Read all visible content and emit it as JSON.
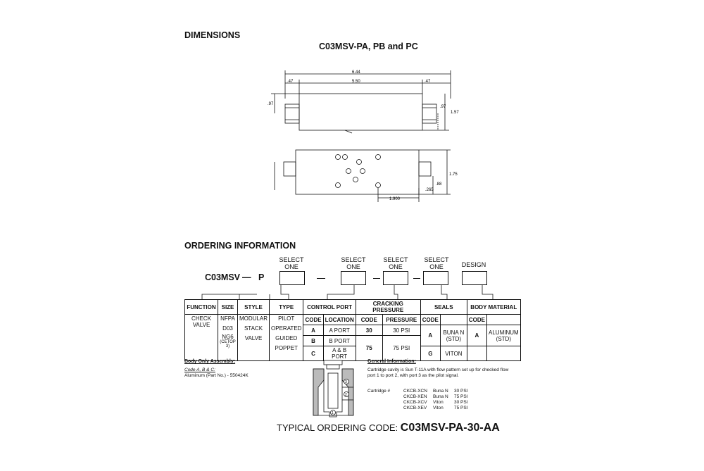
{
  "headings": {
    "dimensions": "DIMENSIONS",
    "model_title": "C03MSV-PA, PB and PC",
    "ordering": "ORDERING INFORMATION"
  },
  "drawing": {
    "dim_total": "6.44",
    "dim_body": "5.50",
    "dim_left": ".47",
    "dim_right": ".47",
    "dim_left_h": ".97",
    "dim_right_h": ".97",
    "dim_height": "1.57",
    "dim_bottom_h": "1.75",
    "dim_88": ".88",
    "dim_265": ".265",
    "dim_1900": "1.900"
  },
  "ordering_code": {
    "select1": [
      "SELECT",
      "ONE"
    ],
    "select2": [
      "SELECT",
      "ONE"
    ],
    "select3": [
      "SELECT",
      "ONE"
    ],
    "select4": [
      "SELECT",
      "ONE"
    ],
    "design": "DESIGN",
    "model": "C03MSV",
    "dash": "—",
    "p": "P"
  },
  "table": {
    "headers": {
      "function": "FUNCTION",
      "size": "SIZE",
      "style": "STYLE",
      "type": "TYPE",
      "control_port": "CONTROL PORT",
      "cracking": "CRACKING PRESSURE",
      "seals": "SEALS",
      "body_material": "BODY MATERIAL",
      "code": "CODE",
      "location": "LOCATION",
      "pressure": "PRESSURE"
    },
    "function": [
      "CHECK",
      "VALVE"
    ],
    "size": [
      "NFPA",
      "D03",
      "NG6",
      "(CETOP 3)"
    ],
    "style": [
      "MODULAR",
      "STACK",
      "VALVE"
    ],
    "type": [
      "PILOT",
      "OPERATED",
      "GUIDED",
      "POPPET"
    ],
    "control_port": [
      {
        "code": "A",
        "location": "A PORT"
      },
      {
        "code": "B",
        "location": "B PORT"
      },
      {
        "code": "C",
        "location": "A & B PORT"
      }
    ],
    "cracking": [
      {
        "code": "30",
        "pressure": "30 PSI"
      },
      {
        "code": "75",
        "pressure": "75 PSI"
      }
    ],
    "seals": [
      {
        "code": "A",
        "name": [
          "BUNA N",
          "(STD)"
        ]
      },
      {
        "code": "G",
        "name": [
          "VITON"
        ]
      }
    ],
    "body_material": {
      "code": "A",
      "name": [
        "ALUMINUM",
        "(STD)"
      ]
    }
  },
  "body_only": {
    "title": "Body Only Assembly:",
    "codes": "Code A, B & C:",
    "aluminum": "Aluminum (Part No.) -   550424K"
  },
  "general": {
    "title": "General Information:",
    "text1": "Cartridge cavity is Sun T-11A with flow pattern set up for checked flow",
    "text2": "port 1 to port 2, with port 3 as the pilot signal.",
    "cartridge_label": "Cartridge #",
    "cartridges": [
      {
        "part": "CKCB-XCN",
        "seal": "Buna N",
        "psi": "30 PSI"
      },
      {
        "part": "CKCB-XEN",
        "seal": "Buna N",
        "psi": "75 PSI"
      },
      {
        "part": "CKCB-XCV",
        "seal": "Viton",
        "psi": "30 PSI"
      },
      {
        "part": "CKCB-XEV",
        "seal": "Viton",
        "psi": "75 PSI"
      }
    ]
  },
  "typical": {
    "label": "TYPICAL ORDERING CODE:",
    "code": "C03MSV-PA-30-AA"
  },
  "cavity_ports": [
    "3",
    "2",
    "1"
  ]
}
